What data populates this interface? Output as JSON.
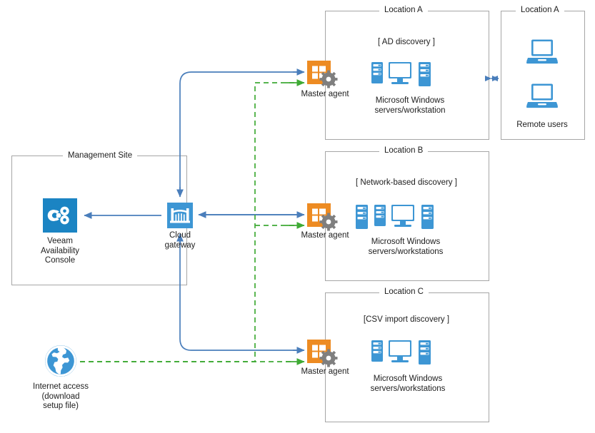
{
  "diagram": {
    "title": "Veeam Availability Console discovery architecture",
    "colors": {
      "group_border": "#a6a6a6",
      "blue_arrow": "#4a7ebb",
      "green_arrow": "#3faa35",
      "veeam_blue": "#1b84c3",
      "icon_blue": "#3d96d4",
      "agent_orange": "#ed8b22",
      "gear_gray": "#7f7f7f",
      "text": "#1d1d1d"
    },
    "groups": [
      {
        "name": "management-site",
        "label": "Management Site"
      },
      {
        "name": "location-a",
        "label": "Location A"
      },
      {
        "name": "location-a-remote",
        "label": "Location A"
      },
      {
        "name": "location-b",
        "label": "Location B"
      },
      {
        "name": "location-c",
        "label": "Location C"
      }
    ],
    "discovery_labels": {
      "location_a": "[ AD  discovery ]",
      "location_b": "[ Network-based discovery ]",
      "location_c": "[CSV import discovery ]"
    },
    "nodes": {
      "veeam_console": {
        "icon": "veeam-logo-icon",
        "label": "Veeam\nAvailability\nConsole"
      },
      "cloud_gateway": {
        "icon": "bridge-icon",
        "label": "Cloud\ngateway"
      },
      "internet_access": {
        "icon": "globe-icon",
        "label": "Internet  access\n(download\nsetup file)"
      },
      "master_agent_a": {
        "icon": "windows-agent-icon",
        "label": "Master agent"
      },
      "master_agent_b": {
        "icon": "windows-agent-icon",
        "label": "Master agent"
      },
      "master_agent_c": {
        "icon": "windows-agent-icon",
        "label": "Master agent"
      },
      "servers_a": {
        "icon": "server-workstation-icon",
        "label": "Microsoft Windows\nservers/workstation"
      },
      "servers_b": {
        "icon": "server-workstation-icon",
        "label": "Microsoft Windows\nservers/workstations"
      },
      "servers_c": {
        "icon": "server-workstation-icon",
        "label": "Microsoft Windows\nservers/workstations"
      },
      "remote_users": {
        "icon": "laptop-icon",
        "label": "Remote users"
      }
    }
  }
}
